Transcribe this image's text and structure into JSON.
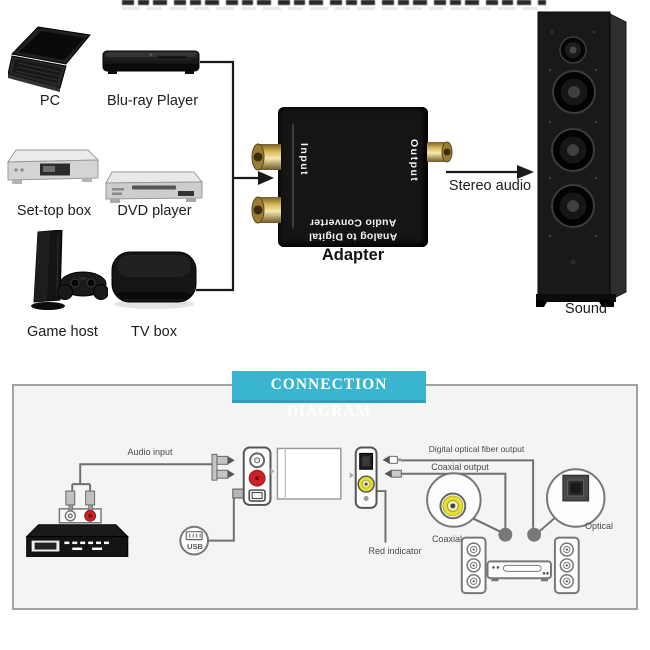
{
  "top_diagram": {
    "devices": [
      {
        "label": "PC"
      },
      {
        "label": "Blu-ray Player"
      },
      {
        "label": "Set-top box"
      },
      {
        "label": "DVD player"
      },
      {
        "label": "Game host"
      },
      {
        "label": "TV box"
      }
    ],
    "adapter": {
      "input_port_label": "Input",
      "output_port_label": "Output",
      "body_line1": "Analog to Digital",
      "body_line2": "Audio Converter",
      "caption": "Adapter"
    },
    "stereo_arrow_label": "Stereo audio",
    "speaker_label": "Sound"
  },
  "connection_diagram": {
    "banner_title": "CONNECTION DIAGRAM",
    "audio_input_label": "Audio input",
    "usb_label": "USB",
    "digital_output_label": "Digital optical fiber output",
    "coaxial_output_label": "Coaxial output",
    "coaxial_closeup_label": "Coaxial",
    "optical_closeup_label": "Optical",
    "red_indicator_label": "Red indicator"
  },
  "colors": {
    "banner_bg": "#3ab5d0",
    "banner_text": "#ffffff",
    "red_jack": "#cb2127",
    "yellow_jack": "#e6e02c",
    "diagram_stroke": "#6f6f6f",
    "box_fill": "#f4f4f5",
    "gold_connector": "#d9b95c"
  }
}
